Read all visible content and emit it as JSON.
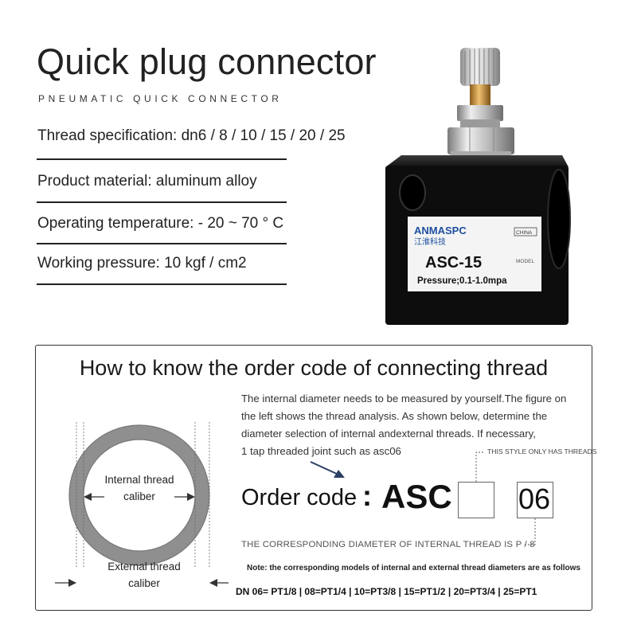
{
  "header": {
    "title": "Quick plug connector",
    "subtitle": "PNEUMATIC QUICK CONNECTOR"
  },
  "specs": [
    "Thread specification: dn6 / 8 / 10 / 15 / 20 / 25",
    "Product material: aluminum alloy",
    "Operating temperature: - 20 ~ 70 ° C",
    "Working pressure: 10 kgf / cm2"
  ],
  "product": {
    "brand": "ANMASPC",
    "brand_cn": "江淮科技",
    "badge": "CHINA",
    "model": "ASC-15",
    "model_caption": "MODEL",
    "pressure": "Pressure;0.1-1.0mpa"
  },
  "order": {
    "title": "How to know the order code of connecting thread",
    "description": [
      "The internal diameter needs to be measured by yourself.The figure on",
      "the left shows the thread analysis. As shown below, determine the",
      "diameter selection of internal andexternal threads. If necessary,",
      "1 tap threaded joint such as asc06"
    ],
    "internal_label_1": "Internal thread",
    "internal_label_2": "caliber",
    "external_label_1": "External thread",
    "external_label_2": "caliber",
    "code_label": "Order code",
    "colon": ":",
    "prefix": "ASC",
    "code_value": "06",
    "style_note": "THIS STYLE ONLY HAS THREADS",
    "internal_note": "THE CORRESPONDING DIAMETER OF INTERNAL THREAD IS P / 8",
    "models_note": "Note: the corresponding models of internal and external thread diameters are as follows",
    "dn_line": "DN 06= PT1/8  |  08=PT1/4  |  10=PT3/8  |  15=PT1/2  |  20=PT3/4  |  25=PT1"
  },
  "colors": {
    "body": "#0d0d0d",
    "brass": "#c8963c",
    "ring": "#8f8f8f",
    "text": "#222222"
  }
}
